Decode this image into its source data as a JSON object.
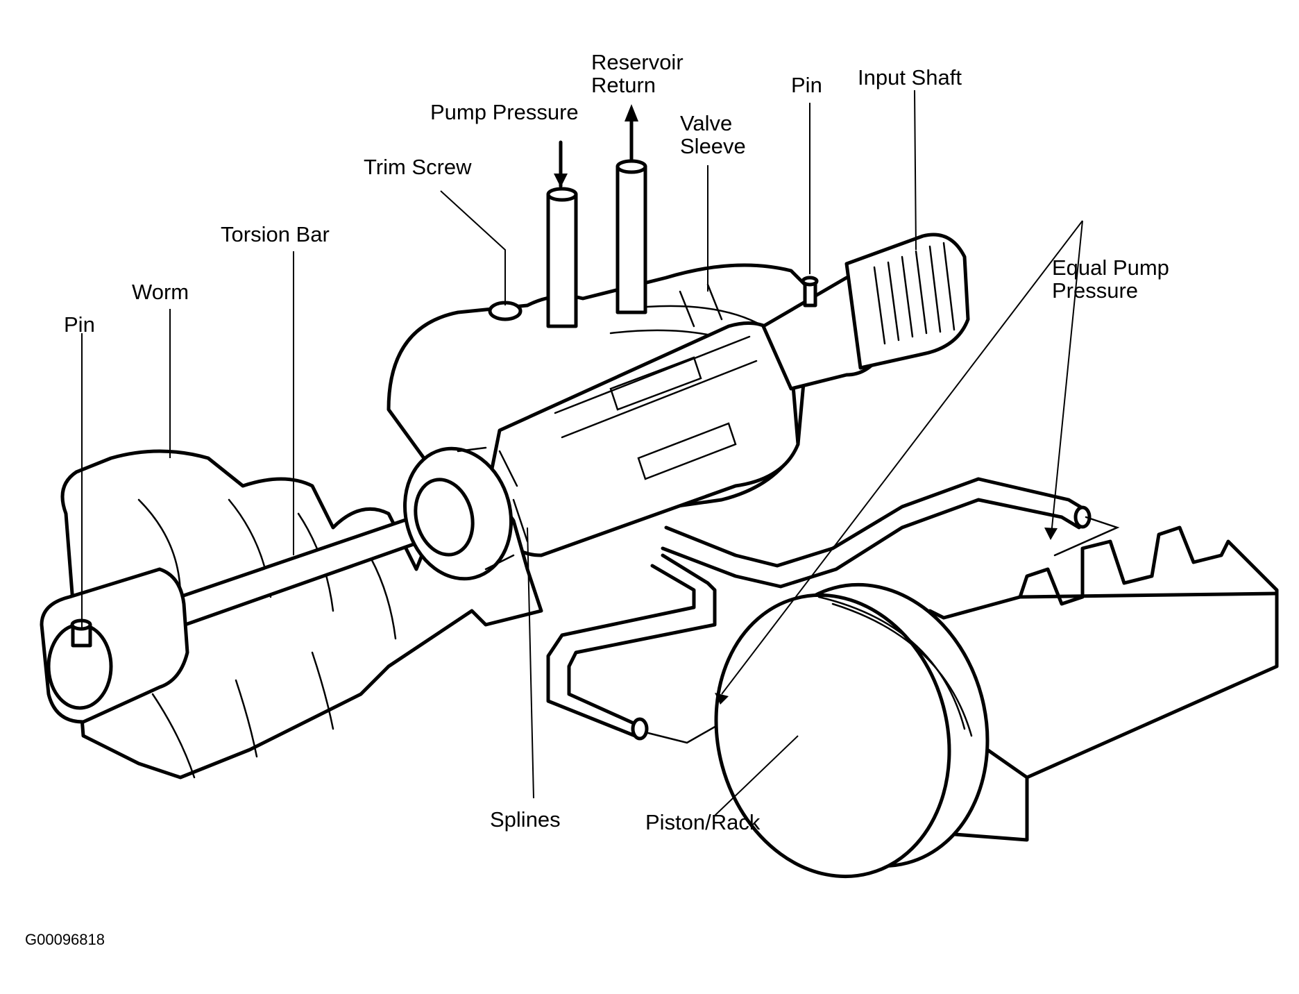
{
  "labels": {
    "reservoir_return_line1": "Reservoir",
    "reservoir_return_line2": "Return",
    "pump_pressure": "Pump Pressure",
    "trim_screw": "Trim Screw",
    "valve_sleeve_line1": "Valve",
    "valve_sleeve_line2": "Sleeve",
    "pin_top": "Pin",
    "input_shaft": "Input Shaft",
    "torsion_bar": "Torsion Bar",
    "worm": "Worm",
    "pin_left": "Pin",
    "equal_pump_pressure_line1": "Equal Pump",
    "equal_pump_pressure_line2": "Pressure",
    "splines": "Splines",
    "piston_rack": "Piston/Rack"
  },
  "figure_id": "G00096818"
}
